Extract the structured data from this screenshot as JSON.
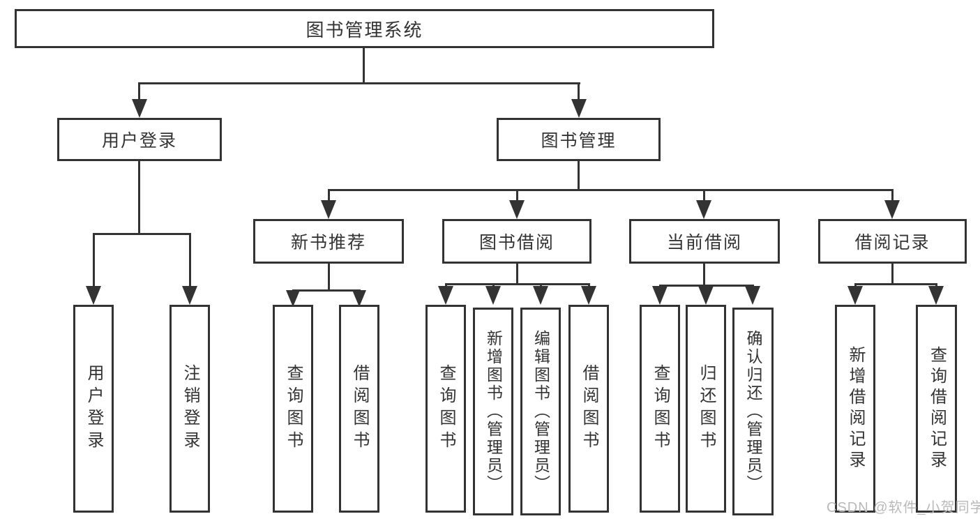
{
  "nodes": {
    "root": "图书管理系统",
    "user_login": "用户登录",
    "book_mgmt": "图书管理",
    "new_book": "新书推荐",
    "borrow": "图书借阅",
    "current": "当前借阅",
    "records": "借阅记录"
  },
  "leaves": {
    "user_login": [
      "用户登录",
      "注销登录"
    ],
    "new_book": [
      "查询图书",
      "借阅图书"
    ],
    "borrow": [
      "查询图书",
      "新增图书（管理员）",
      "编辑图书（管理员）",
      "借阅图书"
    ],
    "current": [
      "查询图书",
      "归还图书",
      "确认归还（管理员）"
    ],
    "records": [
      "新增借阅记录",
      "查询借阅记录"
    ]
  },
  "watermark": "CSDN @软件_小贺同学",
  "colors": {
    "line": "#333333",
    "box_border": "#333333",
    "text": "#333333",
    "watermark": "#b9b9b9",
    "background": "#ffffff"
  }
}
